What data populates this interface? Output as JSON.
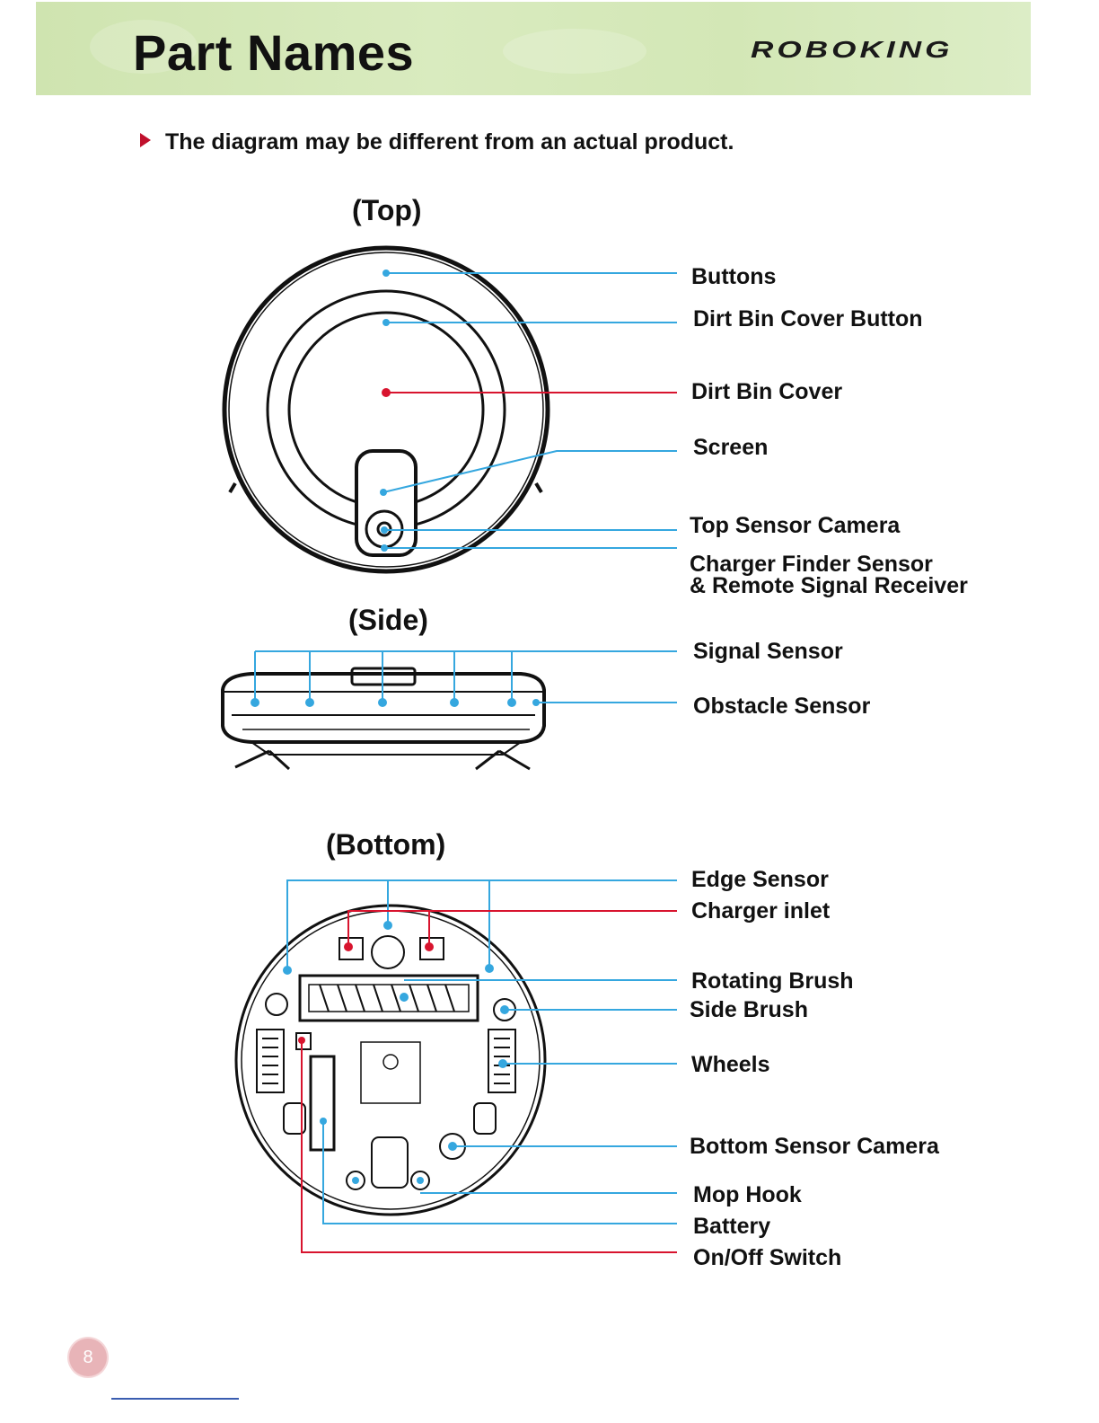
{
  "header": {
    "title": "Part Names",
    "brand": "ROBOKING"
  },
  "note": "The diagram may be different from an actual product.",
  "views": {
    "top": "(Top)",
    "side": "(Side)",
    "bottom": "(Bottom)"
  },
  "labels": {
    "buttons": "Buttons",
    "dirt_bin_cover_button": "Dirt Bin Cover Button",
    "dirt_bin_cover": "Dirt Bin Cover",
    "screen": "Screen",
    "top_sensor_camera": "Top Sensor Camera",
    "charger_finder_line1": "Charger Finder Sensor",
    "charger_finder_line2": "& Remote Signal Receiver",
    "signal_sensor": "Signal Sensor",
    "obstacle_sensor": "Obstacle Sensor",
    "edge_sensor": "Edge Sensor",
    "charger_inlet": "Charger inlet",
    "rotating_brush": "Rotating Brush",
    "side_brush": "Side Brush",
    "wheels": "Wheels",
    "bottom_sensor_camera": "Bottom Sensor Camera",
    "mop_hook": "Mop Hook",
    "battery": "Battery",
    "on_off_switch": "On/Off Switch"
  },
  "page_number": "8",
  "colors": {
    "leader_blue": "#35a7df",
    "leader_red": "#d8142e",
    "arrow": "#c0102c"
  }
}
